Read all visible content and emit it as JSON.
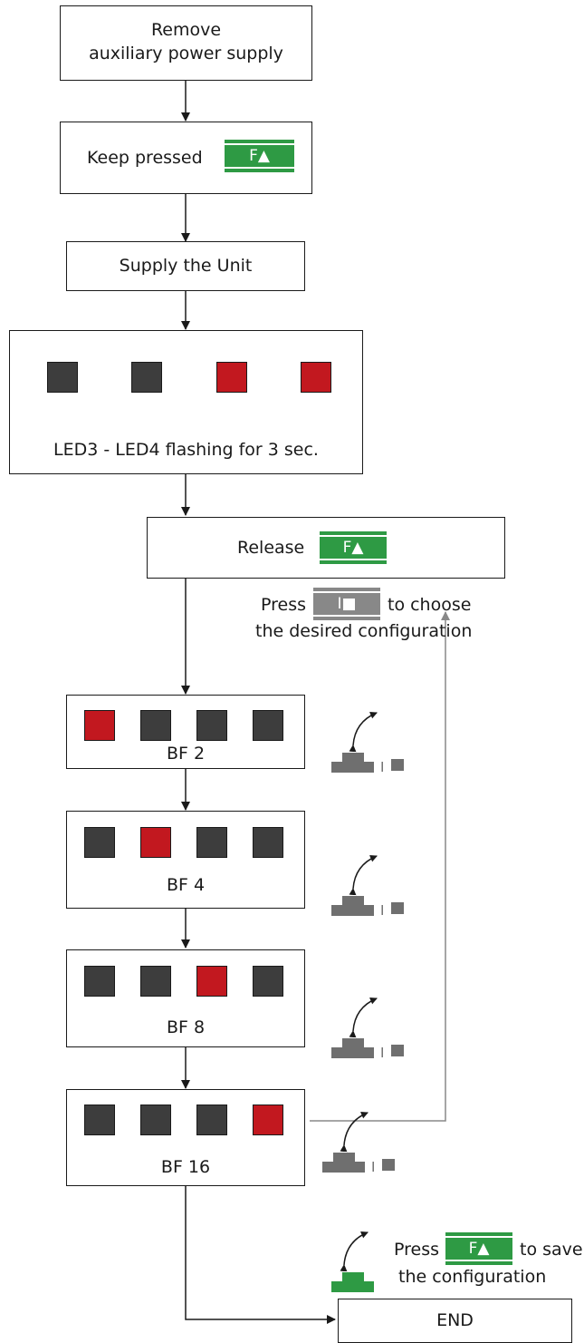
{
  "steps": {
    "remove_power": [
      "Remove",
      "auxiliary power supply"
    ],
    "keep_pressed": "Keep pressed",
    "supply": "Supply the Unit",
    "led_flashing": "LED3 - LED4 flashing for 3 sec.",
    "release": "Release",
    "press_choose_prefix": "Press",
    "press_choose_suffix": "to choose",
    "press_choose_line2": "the desired configuration",
    "bf_options": [
      "BF 2",
      "BF 4",
      "BF 8",
      "BF 16"
    ],
    "press_save_prefix": "Press",
    "press_save_suffix": "to save",
    "press_save_line2": "the configuration",
    "end": "END"
  },
  "keys": {
    "function_key": "F▲",
    "toggle_key": "I■"
  },
  "led_states": [
    [
      true,
      false,
      false,
      false
    ],
    [
      false,
      true,
      false,
      false
    ],
    [
      false,
      false,
      true,
      false
    ],
    [
      false,
      false,
      false,
      true
    ]
  ],
  "colors": {
    "green_key": "#2e9a44",
    "gray_key": "#888888",
    "led_on": "#c2181f",
    "led_off": "#3d3d3d"
  }
}
